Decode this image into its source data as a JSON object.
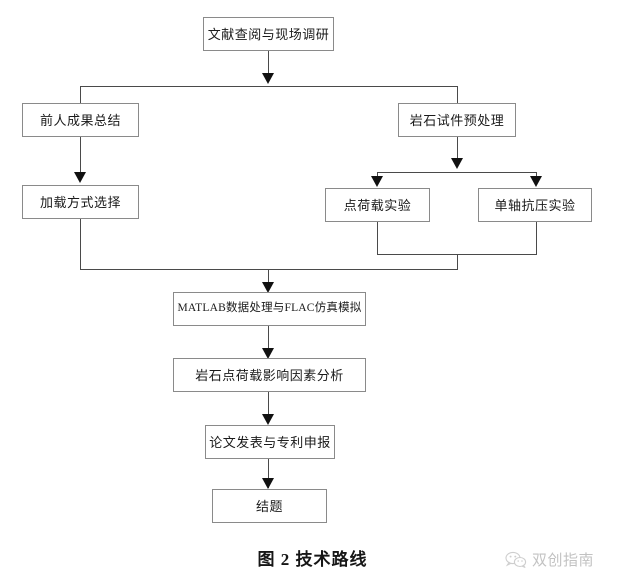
{
  "figure": {
    "caption": "图 2  技术路线",
    "type": "flowchart",
    "orientation": "top-to-bottom"
  },
  "nodes": [
    {
      "id": "n1",
      "label": "文献查阅与现场调研"
    },
    {
      "id": "n2",
      "label": "前人成果总结"
    },
    {
      "id": "n3",
      "label": "岩石试件预处理"
    },
    {
      "id": "n4",
      "label": "加载方式选择"
    },
    {
      "id": "n5",
      "label": "点荷载实验"
    },
    {
      "id": "n6",
      "label": "单轴抗压实验"
    },
    {
      "id": "n7",
      "label": "MATLAB数据处理与FLAC仿真模拟"
    },
    {
      "id": "n8",
      "label": "岩石点荷载影响因素分析"
    },
    {
      "id": "n9",
      "label": "论文发表与专利申报"
    },
    {
      "id": "n10",
      "label": "结题"
    }
  ],
  "edges": [
    {
      "from": "n1",
      "to": "n2"
    },
    {
      "from": "n1",
      "to": "n3"
    },
    {
      "from": "n2",
      "to": "n4"
    },
    {
      "from": "n3",
      "to": "n5"
    },
    {
      "from": "n3",
      "to": "n6"
    },
    {
      "from": "n4",
      "to": "n7"
    },
    {
      "from": "n5",
      "to": "n7"
    },
    {
      "from": "n6",
      "to": "n7"
    },
    {
      "from": "n7",
      "to": "n8"
    },
    {
      "from": "n8",
      "to": "n9"
    },
    {
      "from": "n9",
      "to": "n10"
    }
  ],
  "watermark": {
    "text": "双创指南",
    "icon": "wechat-icon"
  },
  "colors": {
    "box_border": "#8a8a8a",
    "connector": "#4a4a4a",
    "arrow": "#111111",
    "text": "#1a1a1a",
    "background": "#ffffff",
    "watermark": "#707070"
  }
}
